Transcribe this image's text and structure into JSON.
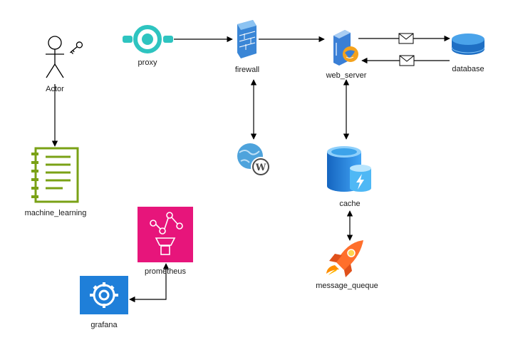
{
  "nodes": {
    "actor": {
      "label": "Actor",
      "icon": "stick-figure-icon"
    },
    "key": {
      "icon": "key-icon"
    },
    "proxy": {
      "label": "proxy",
      "icon": "proxy-ring-icon",
      "color": "#2ec4c0"
    },
    "firewall": {
      "label": "firewall",
      "icon": "brick-firewall-icon",
      "color": "#3a86d6"
    },
    "web_server": {
      "label": "web_server",
      "icon": "server-globe-icon",
      "color": "#3a7fd6"
    },
    "database": {
      "label": "database",
      "icon": "database-disk-icon",
      "color": "#2a7fd4"
    },
    "wordpress": {
      "icon": "wordpress-globe-icon",
      "color": "#4ea3dc"
    },
    "machine_learning": {
      "label": "machine_learning",
      "icon": "notebook-icon",
      "color": "#7aa116"
    },
    "cache": {
      "label": "cache",
      "icon": "cache-cylinder-icon",
      "color": "#1f86d6"
    },
    "prometheus": {
      "label": "prometheus",
      "icon": "prometheus-icon",
      "color": "#e7157b"
    },
    "grafana": {
      "label": "grafana",
      "icon": "grafana-gear-icon",
      "color": "#1f7fd9"
    },
    "message_queue": {
      "label": "message_queque",
      "icon": "rocket-icon",
      "color": "#ff6f2c"
    }
  },
  "edges": [
    {
      "from": "proxy",
      "to": "firewall"
    },
    {
      "from": "firewall",
      "to": "web_server"
    },
    {
      "from": "web_server",
      "to": "database",
      "icon": "envelope-icon"
    },
    {
      "from": "database",
      "to": "web_server",
      "icon": "envelope-icon"
    },
    {
      "from": "actor",
      "to": "machine_learning"
    },
    {
      "from": "firewall",
      "to": "wordpress",
      "bidirectional": true
    },
    {
      "from": "web_server",
      "to": "cache",
      "bidirectional": true
    },
    {
      "from": "cache",
      "to": "message_queue",
      "bidirectional": true
    },
    {
      "from": "prometheus",
      "to": "grafana",
      "bidirectional": true
    }
  ]
}
